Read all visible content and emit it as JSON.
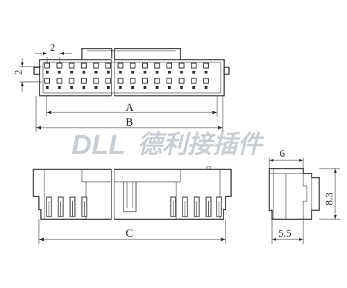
{
  "dimensions": {
    "pitch_h": "2",
    "pitch_v": "2",
    "a": "A",
    "b": "B",
    "c": "C",
    "side_top": "6",
    "side_height": "8.3",
    "side_bottom": "5.5"
  },
  "watermark": {
    "latin": "DLL",
    "chinese": "德利接插件",
    "color": "#c9ced3"
  },
  "colors": {
    "line": "#333333",
    "background": "#ffffff"
  }
}
